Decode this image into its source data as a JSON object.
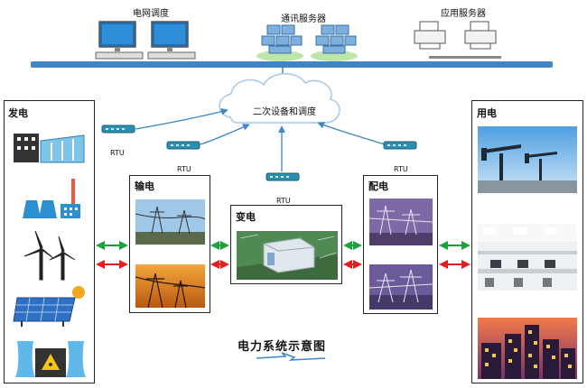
{
  "top_bar": {
    "grid_dispatch": "电网调度",
    "comm_servers": "通讯服务器",
    "app_servers": "应用服务器"
  },
  "cloud_label": "二次设备和调度",
  "rtu_labels": {
    "rtu_a": "RTU",
    "rtu_b": "RTU",
    "rtu_c": "RTU",
    "rtu_d": "RTU"
  },
  "sections": {
    "generation": "发电",
    "transmission": "输电",
    "substation": "变电",
    "distribution": "配电",
    "consumption": "用电"
  },
  "diagram_title": "电力系统示意图",
  "colors": {
    "bus": "#3f86c8",
    "arrow_green": "#1aa33a",
    "arrow_red": "#e02020",
    "cloud_stroke": "#9cc3e6",
    "device": "#2d8fb0"
  }
}
